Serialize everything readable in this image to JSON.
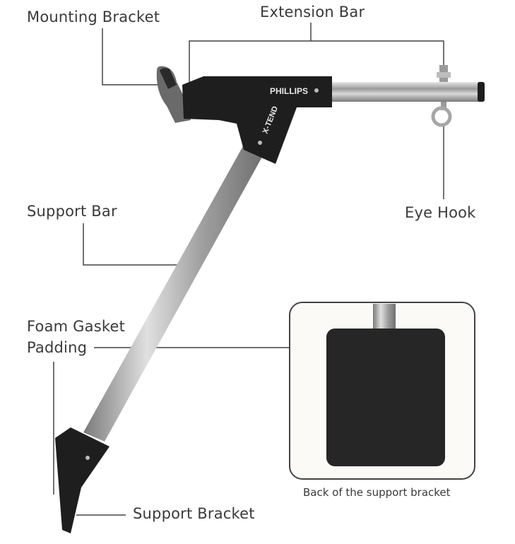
{
  "labels": {
    "mounting_bracket": "Mounting Bracket",
    "extension_bar": "Extension Bar",
    "eye_hook": "Eye Hook",
    "support_bar": "Support Bar",
    "foam_gasket_line1": "Foam Gasket",
    "foam_gasket_line2": "Padding",
    "support_bracket": "Support Bracket"
  },
  "product_markings": {
    "brand": "PHILLIPS",
    "model": "X-TEND"
  },
  "inset": {
    "caption": "Back of the support bracket"
  },
  "colors": {
    "leader_line": "#444444",
    "black_parts": "#1e1e1e",
    "steel": "#b8b8b8",
    "text": "#3a3a3a"
  }
}
